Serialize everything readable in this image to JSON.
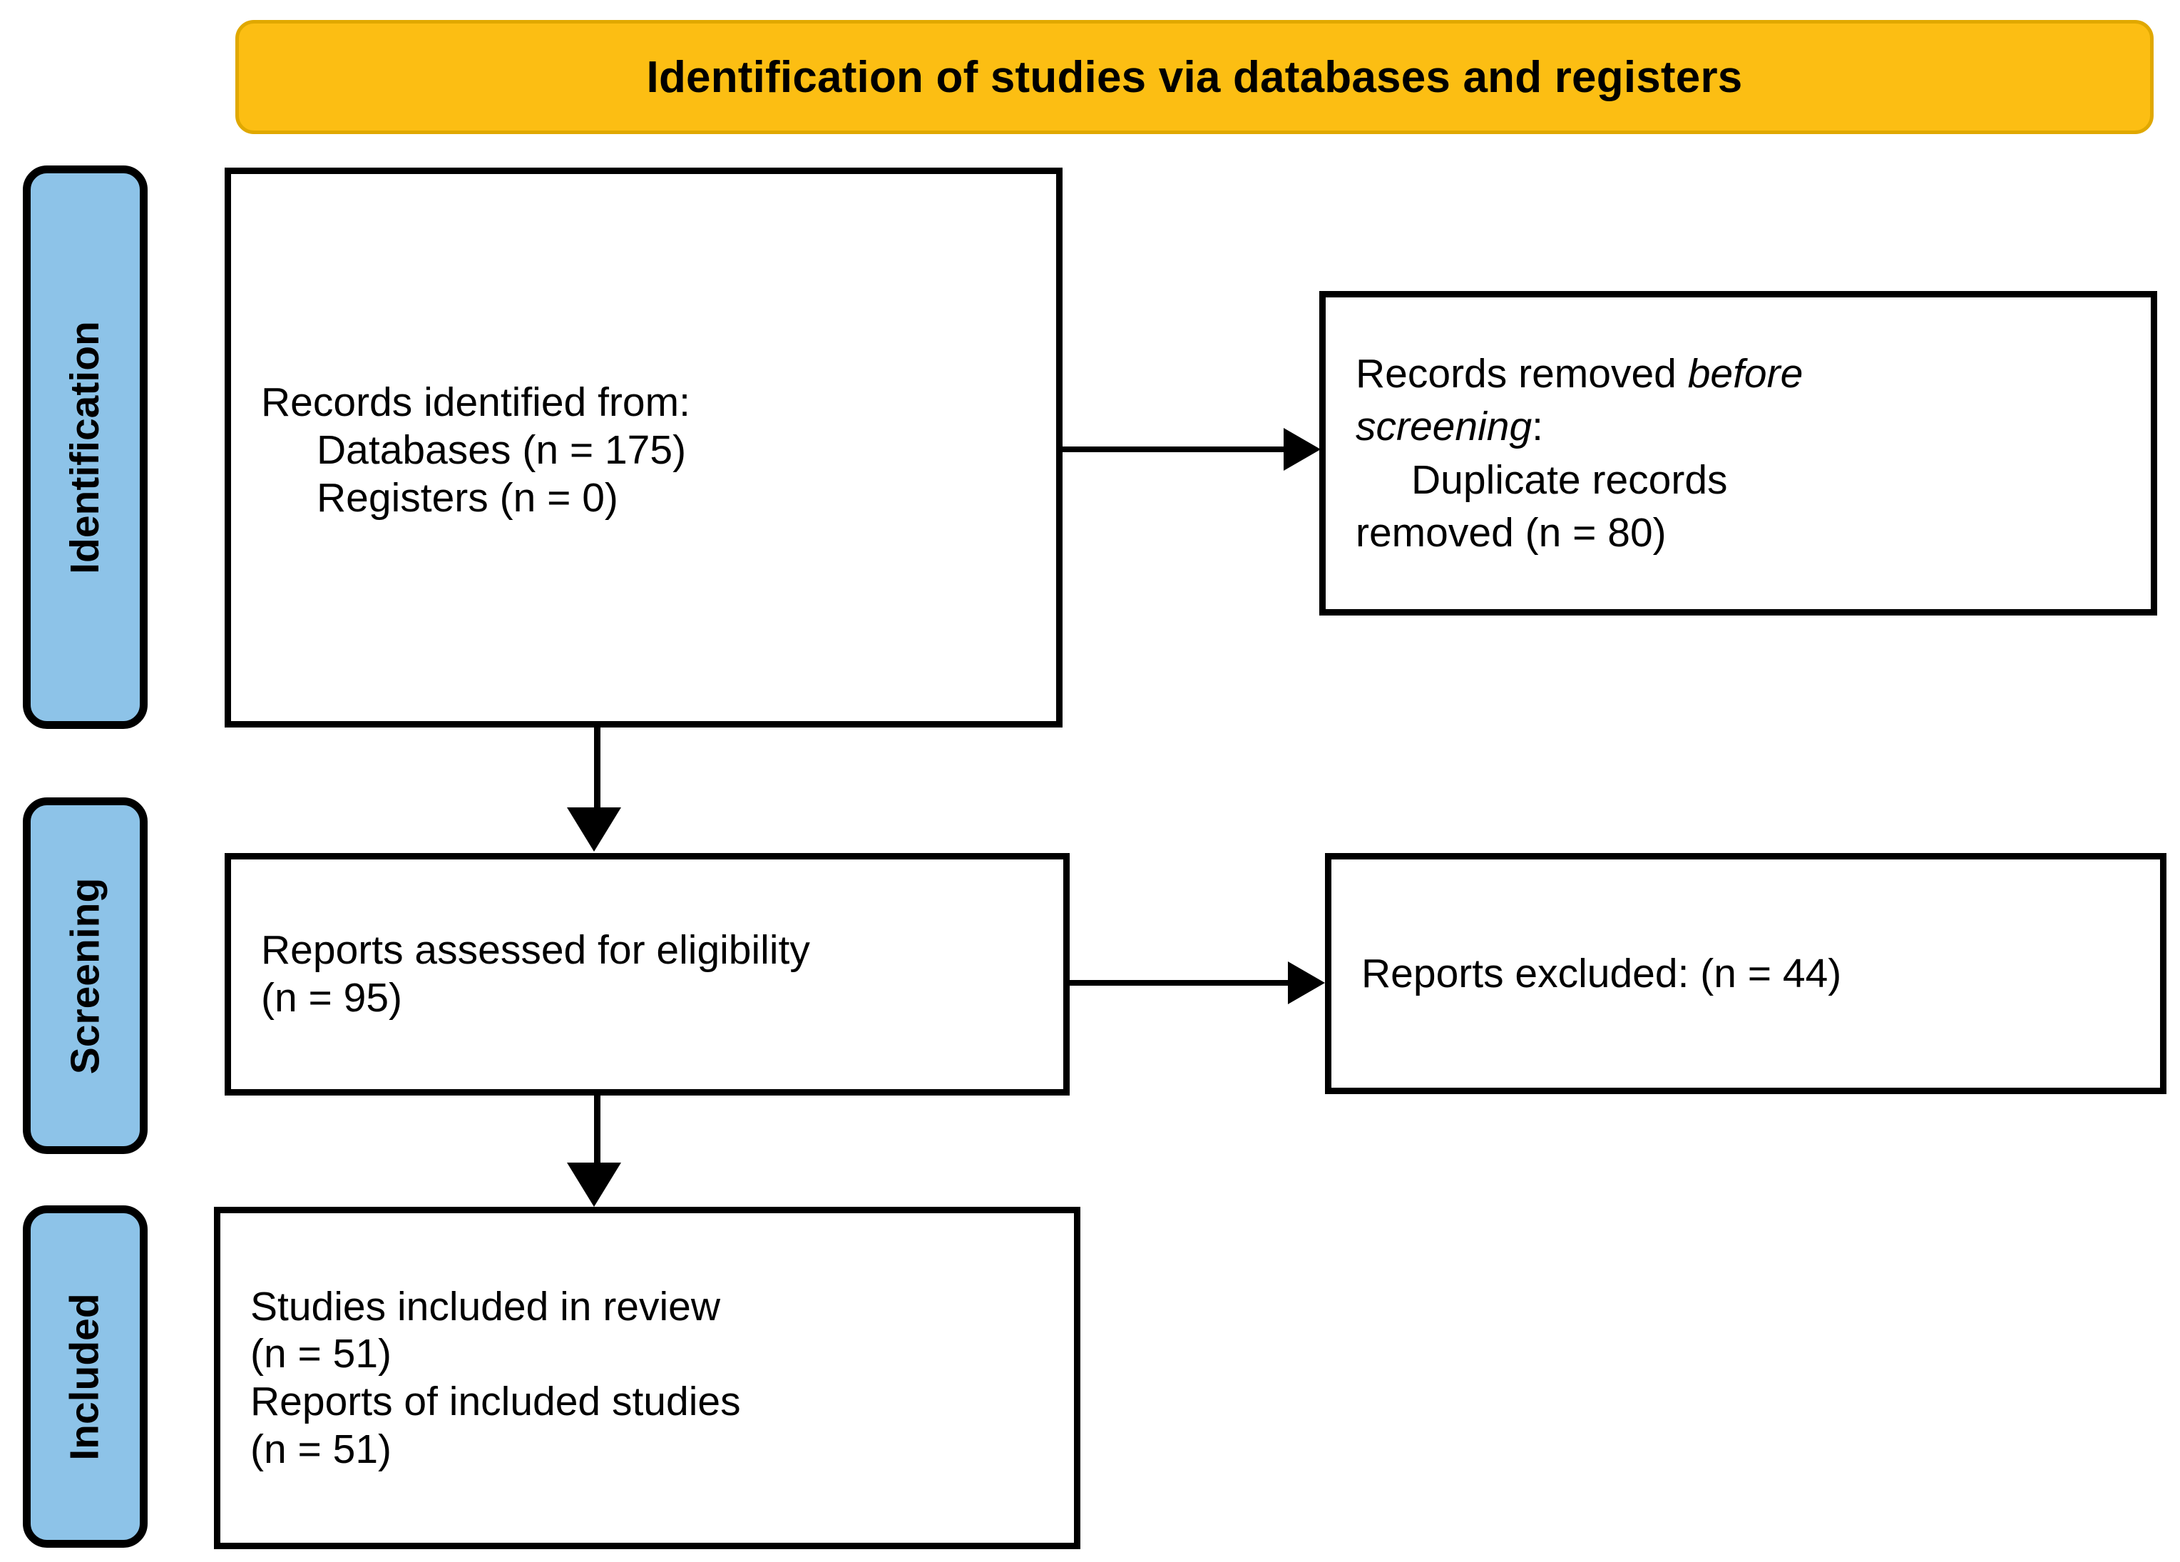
{
  "header": {
    "title": "Identification of studies via databases and registers",
    "background_color": "#FCBE13",
    "border_color": "#E0A800"
  },
  "stages": [
    {
      "key": "identification",
      "label": "Identification",
      "color": "#8DC3E8"
    },
    {
      "key": "screening",
      "label": "Screening",
      "color": "#8DC3E8"
    },
    {
      "key": "included",
      "label": "Included",
      "color": "#8DC3E8"
    }
  ],
  "boxes": {
    "identified": {
      "name": "records-identified",
      "lines": [
        "Records identified from:",
        "Databases (n = 175)",
        "Registers (n = 0)"
      ]
    },
    "removed": {
      "name": "records-removed-before-screening",
      "line1_plain": "Records removed ",
      "line1_italic": "before",
      "line2_italic": "screening",
      "line2_plain": ":",
      "line3": "Duplicate records",
      "line4": "removed (n = 80)"
    },
    "assessed": {
      "name": "reports-assessed-for-eligibility",
      "lines": [
        "Reports assessed for eligibility",
        "(n = 95)"
      ]
    },
    "excluded": {
      "name": "reports-excluded",
      "lines": [
        "Reports excluded: (n = 44)"
      ]
    },
    "included": {
      "name": "studies-included-in-review",
      "lines": [
        "Studies included in review",
        "(n = 51)",
        "Reports of included studies",
        "(n = 51)"
      ]
    }
  },
  "counts": {
    "databases": 175,
    "registers": 0,
    "duplicates_removed": 80,
    "reports_assessed": 95,
    "reports_excluded": 44,
    "studies_included": 51,
    "reports_of_included_studies": 51
  },
  "connectors": [
    {
      "name": "identified-to-removed",
      "direction": "right"
    },
    {
      "name": "identified-to-assessed",
      "direction": "down"
    },
    {
      "name": "assessed-to-excluded",
      "direction": "right"
    },
    {
      "name": "assessed-to-included",
      "direction": "down"
    }
  ]
}
